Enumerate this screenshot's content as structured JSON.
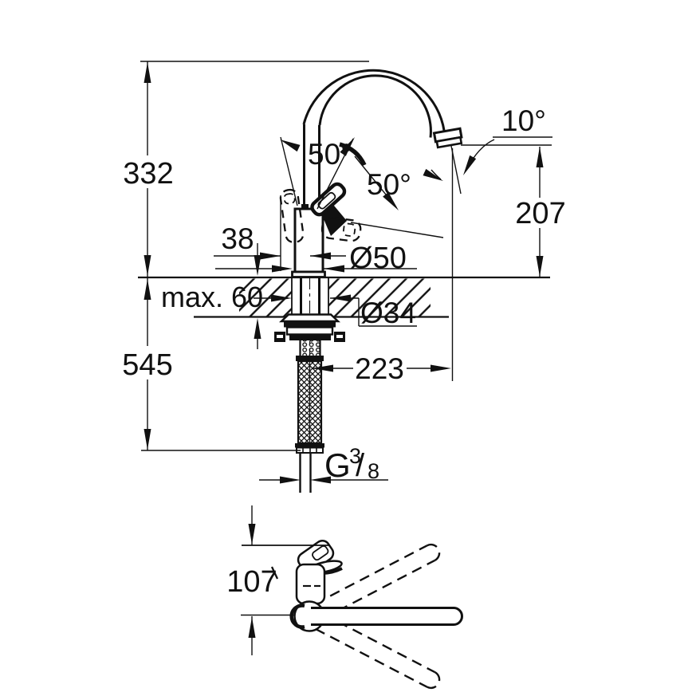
{
  "drawing": {
    "type": "technical-dimension-drawing",
    "subject": "single-lever kitchen mixer tap, front view and top view",
    "ink_color": "#111111",
    "background_color": "#ffffff",
    "front_view": {
      "dim_height_above_deck": "332",
      "dim_hose_length": "545",
      "dim_handle_offset": "38",
      "dim_body_diameter": "Ø50",
      "dim_max_deck_thickness": "max. 60",
      "dim_shank_diameter": "Ø34",
      "dim_spout_reach": "223",
      "dim_outlet_height": "207",
      "dim_outlet_angle": "10°",
      "dim_handle_angle_back": "50°",
      "dim_handle_angle_front": "50°",
      "thread_label": {
        "letter": "G",
        "numerator": "3",
        "slash": "/",
        "denominator": "8"
      }
    },
    "top_view": {
      "dim_spout_swivel_offset": "107"
    }
  }
}
